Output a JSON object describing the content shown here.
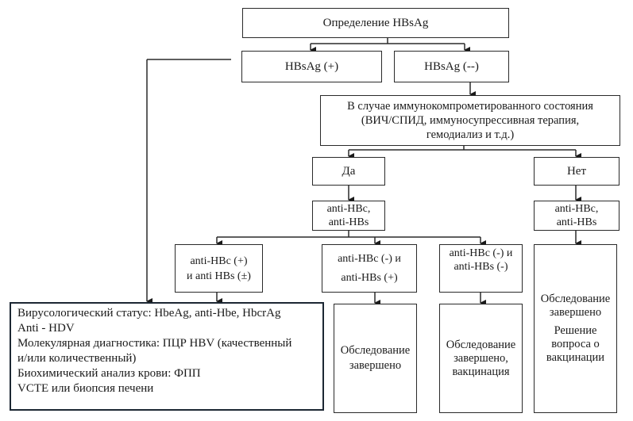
{
  "title_box": {
    "label": "Определение HBsAg"
  },
  "hbsag_positive": {
    "label": "HBsAg (+)"
  },
  "hbsag_negative": {
    "label": "HBsAg (--)"
  },
  "immunocompromised": {
    "lines": [
      "В случае иммунокомпрометированного состояния",
      "(ВИЧ/СПИД, иммуносупрессивная терапия,",
      "гемодиализ и т.д.)"
    ]
  },
  "yes_box": {
    "label": "Да"
  },
  "no_box": {
    "label": "Нет"
  },
  "yes_tests": {
    "lines": [
      "anti-HBc,",
      "anti-HBs"
    ]
  },
  "no_tests": {
    "lines": [
      "anti-HBc,",
      "anti-HBs"
    ]
  },
  "result_hbc_pos": {
    "lines": [
      "anti-HBc (+)",
      "и anti HBs (±)"
    ]
  },
  "result_hbc_neg_hbs_pos": {
    "lines": [
      "anti-HBc (-) и",
      "anti-HBs (+)"
    ]
  },
  "result_hbc_neg_hbs_neg": {
    "lines": [
      "anti-HBc (-) и",
      "anti-HBs (-)"
    ]
  },
  "workup_box": {
    "lines": [
      "Вирусологический статус: HbeAg, anti-Hbe, HbcrAg",
      "Anti - HDV",
      "Молекулярная диагностика: ПЦР HBV (качественный",
      "и/или количественный)",
      "Биохимический анализ крови: ФПП",
      "VCTE или биопсия печени"
    ]
  },
  "outcome_complete": {
    "lines": [
      "Обследование",
      "завершено"
    ]
  },
  "outcome_complete_vaccination": {
    "lines": [
      "Обследование",
      "завершено,",
      "вакцинация"
    ]
  },
  "outcome_no": {
    "lines_top": [
      "Обследование",
      "завершено"
    ],
    "lines_bottom": [
      "Решение",
      "вопроса о",
      "вакцинации"
    ]
  }
}
